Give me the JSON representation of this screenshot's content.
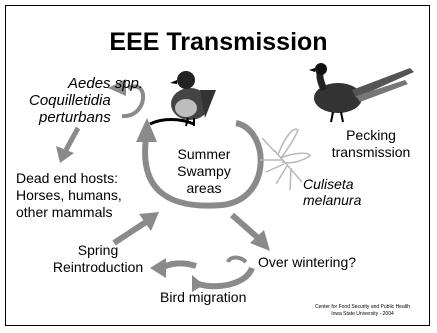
{
  "title": "EEE Transmission",
  "vectors": {
    "line1": "Aedes spp.",
    "line2": "Coquilletidia",
    "line3": "perturbans"
  },
  "dead_end_hosts": {
    "line1": "Dead end hosts:",
    "line2": "Horses, humans,",
    "line3": "other mammals"
  },
  "center": {
    "line1": "Summer",
    "line2": "Swampy",
    "line3": "areas"
  },
  "pecking": {
    "line1": "Pecking",
    "line2": "transmission"
  },
  "culiseta": {
    "line1": "Culiseta",
    "line2": "melanura"
  },
  "spring": {
    "line1": "Spring",
    "line2": "Reintroduction"
  },
  "over_wintering": "Over wintering?",
  "bird_migration": "Bird migration",
  "credit": {
    "line1": "Center for Food Security and Public Health",
    "line2": "Iowa State University - 2004"
  },
  "colors": {
    "arrow": "#8a8a8a",
    "text": "#000000",
    "background": "#ffffff"
  },
  "icons": [
    "robin-bird-icon",
    "pheasant-icon",
    "mosquito-icon"
  ]
}
